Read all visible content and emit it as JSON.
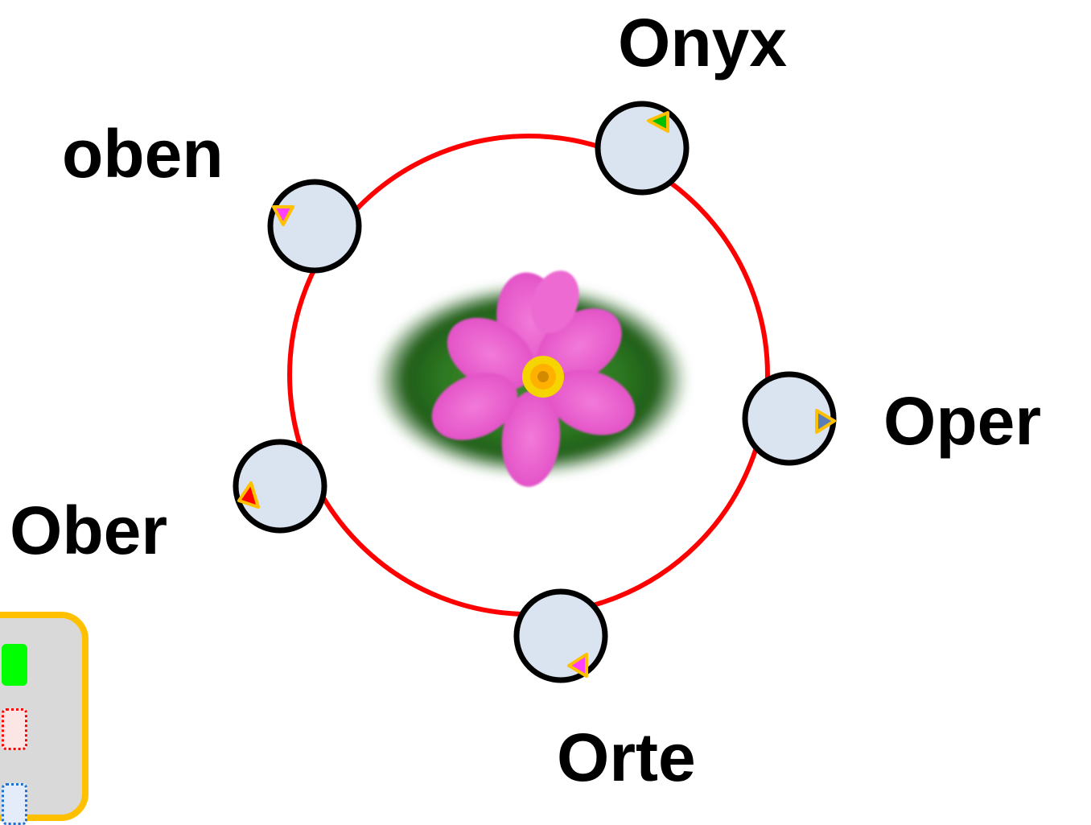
{
  "words": {
    "onyx": "Onyx",
    "oben": "oben",
    "oper": "Oper",
    "ober": "Ober",
    "orte": "Orte"
  },
  "colors": {
    "ring": "#ff0000",
    "node_fill": "#dae3f0",
    "node_stroke": "#000000",
    "marker_outline": "#ffc000",
    "marker_onyx": "#00c000",
    "marker_oben": "#ff40ff",
    "marker_oper": "#5b7db5",
    "marker_ober": "#ff0000",
    "marker_orte": "#ff40ff",
    "legend_border": "#ffc000",
    "legend_fill": "#d9d9d9",
    "legend_green": "#00ff00",
    "legend_dotted_red": "#ff0000",
    "legend_dotted_blue": "#1f6fd0"
  },
  "icons": {
    "center": "pink-flower-image",
    "nodes": "circle-node",
    "markers": "triangle-marker"
  }
}
